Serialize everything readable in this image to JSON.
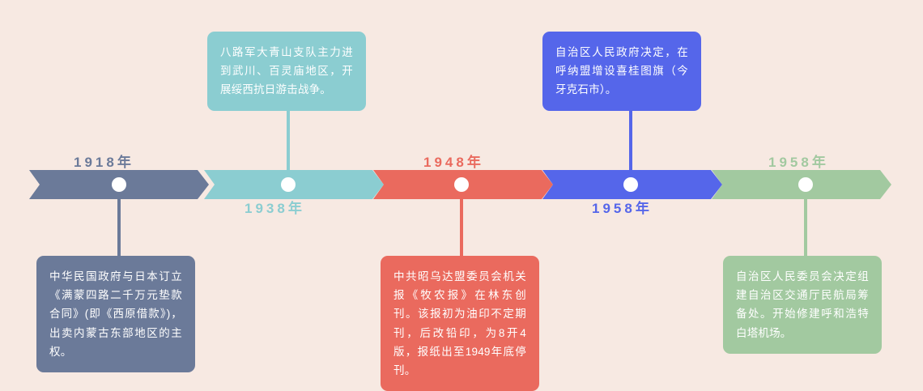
{
  "theme": {
    "background": "#f7e9e2",
    "marker_color": "#ffffff"
  },
  "timeline": {
    "orientation": "horizontal",
    "segments": [
      {
        "id": "segment-1918",
        "year_label": "1918年",
        "color": "#6b7a99",
        "year_position": "above",
        "card_position": "below",
        "card_text": "中华民国政府与日本订立《满蒙四路二千万元垫款合同》(即《西原借款》)，出卖内蒙古东部地区的主权。"
      },
      {
        "id": "segment-1938",
        "year_label": "1938年",
        "color": "#8bcdd1",
        "year_position": "below",
        "card_position": "above",
        "card_text": "八路军大青山支队主力进到武川、百灵庙地区，开展绥西抗日游击战争。"
      },
      {
        "id": "segment-1948",
        "year_label": "1948年",
        "color": "#ea6a5e",
        "year_position": "above",
        "card_position": "below",
        "card_text": "中共昭乌达盟委员会机关报《牧农报》在林东创刊。该报初为油印不定期刊，后改铅印，为8开4版，报纸出至1949年底停刊。"
      },
      {
        "id": "segment-1958-a",
        "year_label": "1958年",
        "color": "#5566ea",
        "year_position": "below",
        "card_position": "above",
        "card_text": "自治区人民政府决定，在呼纳盟增设喜桂图旗（今牙克石市）。"
      },
      {
        "id": "segment-1958-b",
        "year_label": "1958年",
        "color": "#a2c9a0",
        "year_position": "above",
        "card_position": "below",
        "card_text": "自治区人民委员会决定组建自治区交通厅民航局筹备处。开始修建呼和浩特白塔机场。"
      }
    ]
  }
}
